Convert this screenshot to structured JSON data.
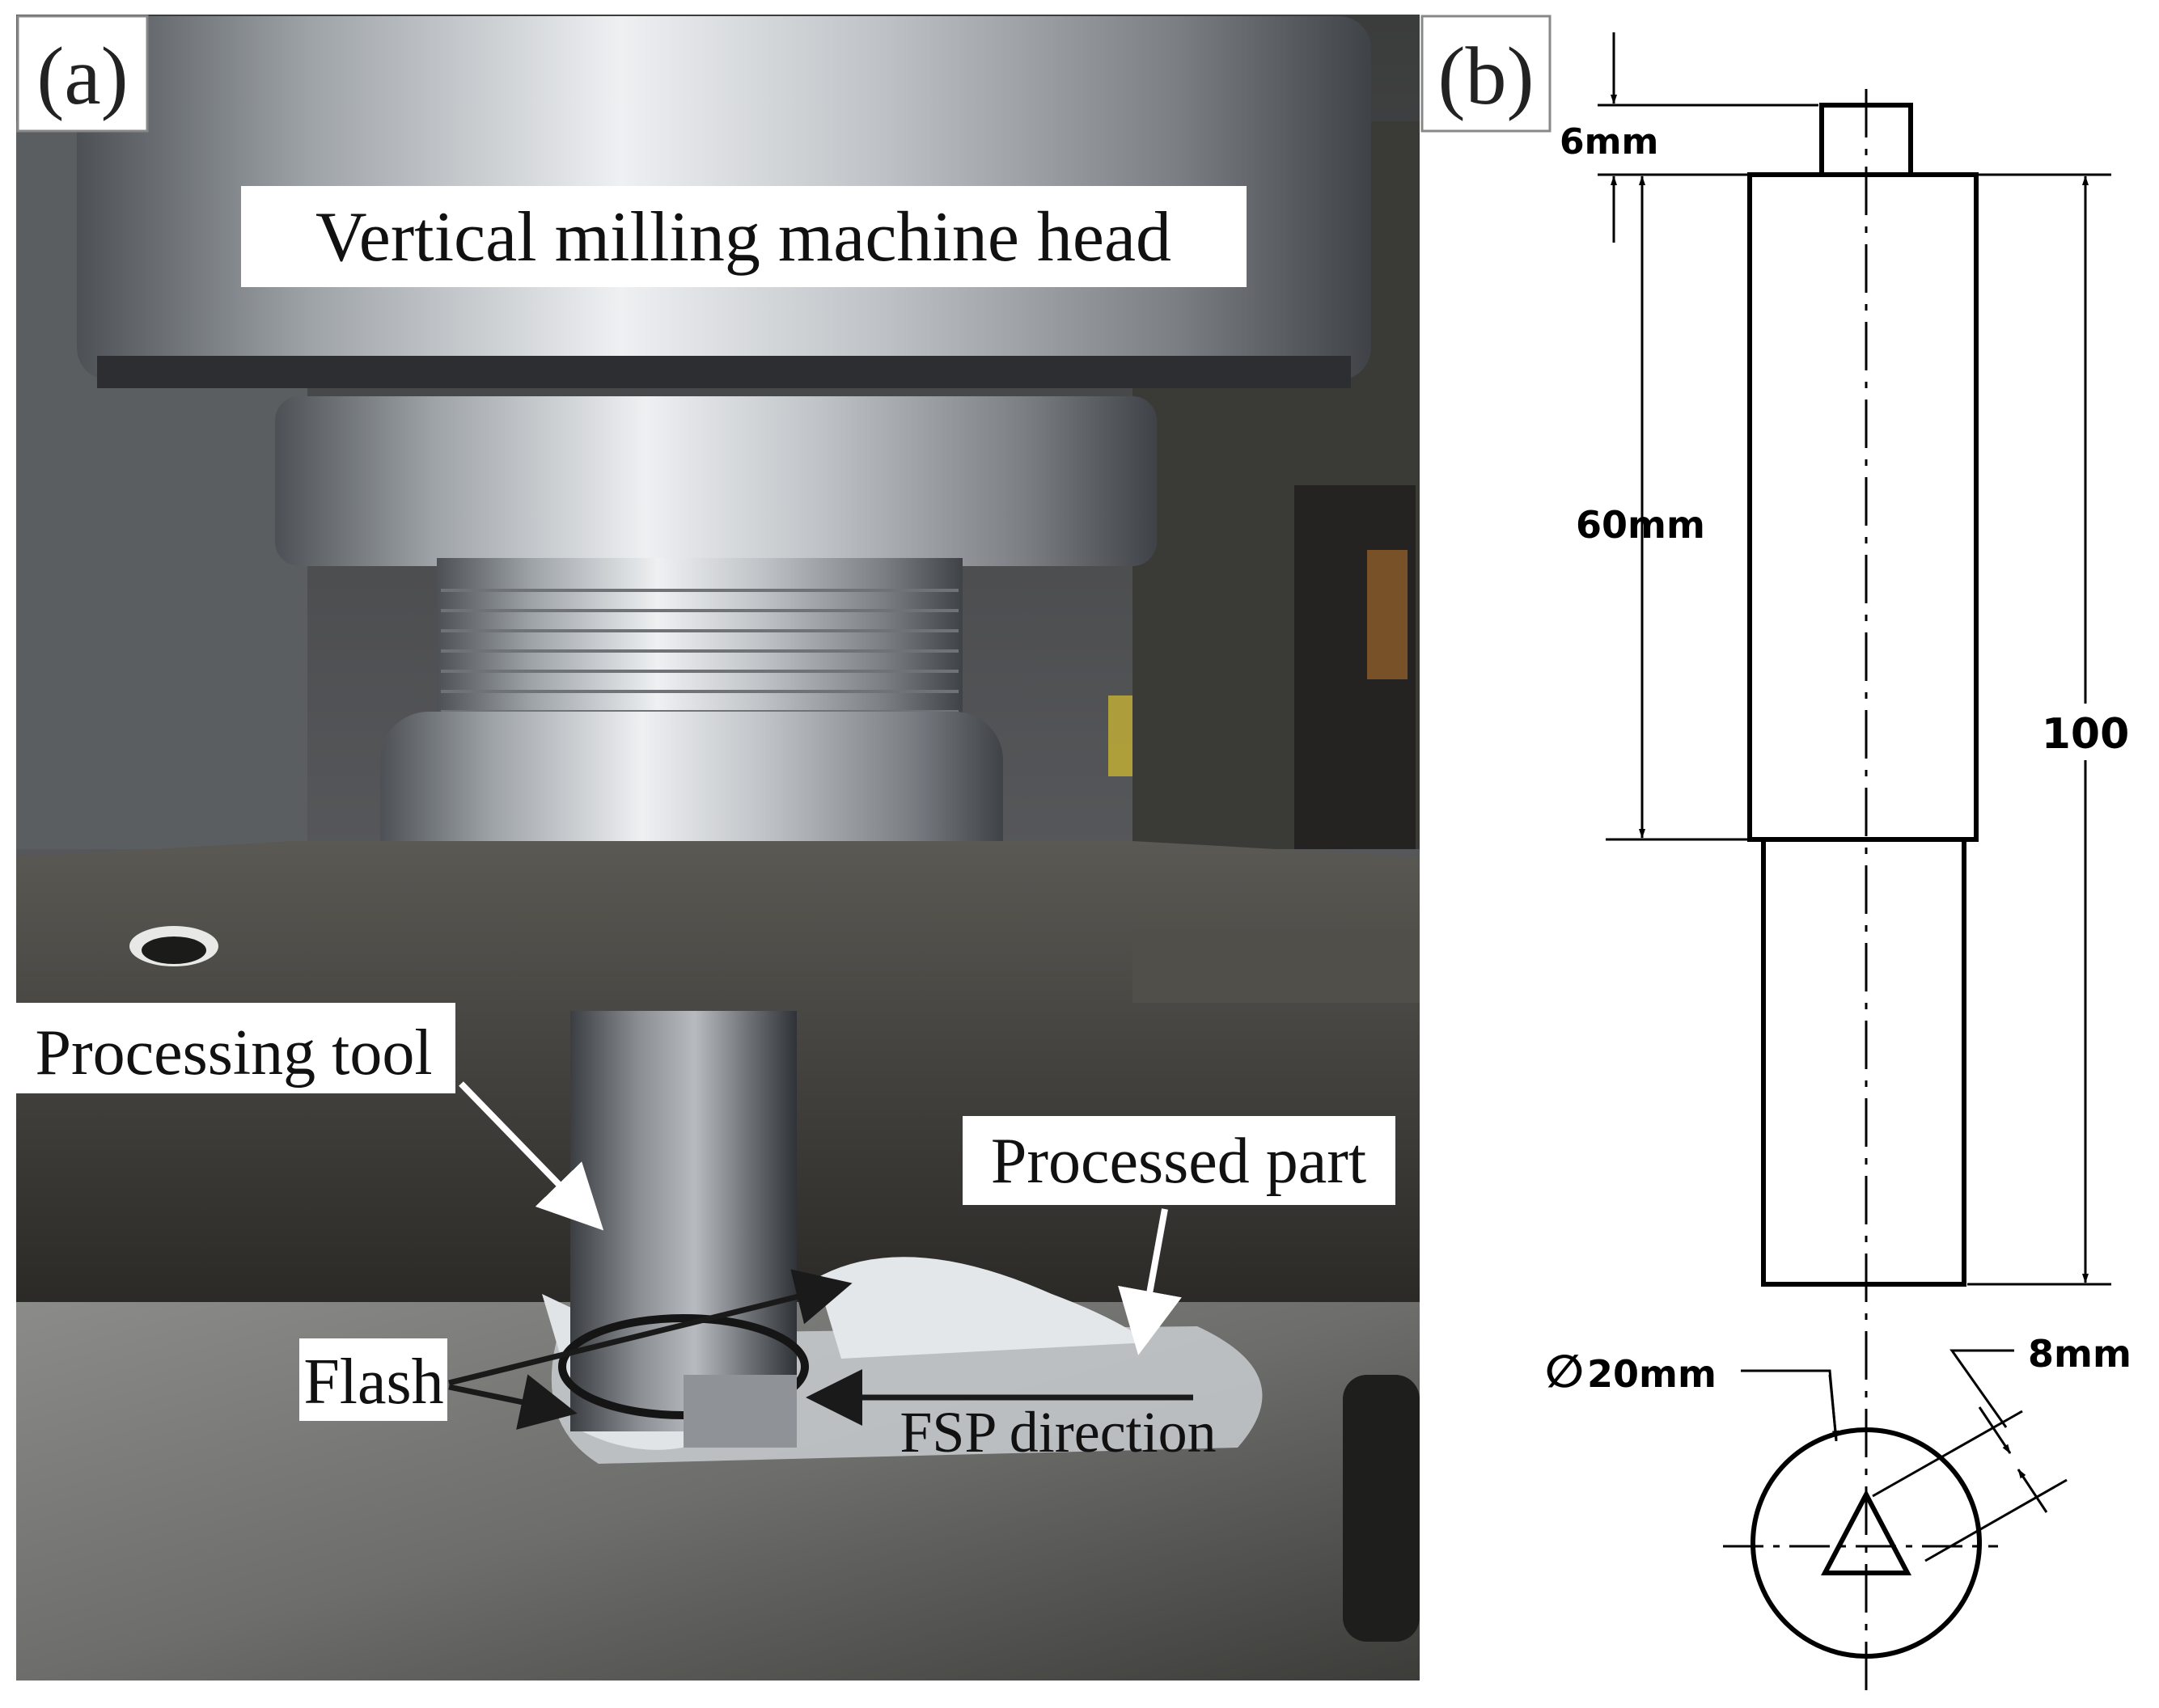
{
  "panel_a": {
    "label": "(a)",
    "annotations": {
      "machine_head": "Vertical milling machine head",
      "processing_tool": "Processing tool",
      "processed_part": "Processed part",
      "flash": "Flash",
      "fsp_direction": "FSP direction"
    }
  },
  "panel_b": {
    "label": "(b)",
    "dimensions": {
      "pin_length": "6mm",
      "shoulder_length": "60mm",
      "total_length": "100",
      "diameter": "20mm",
      "diameter_symbol": "∅",
      "pin_size": "8mm"
    }
  },
  "colors": {
    "photo_background": "#4a4a48",
    "metal_light": "#d9dcdf",
    "metal_dark": "#5e6267",
    "bed": "#3d3c38",
    "weld_track": "#c9ccd0"
  }
}
